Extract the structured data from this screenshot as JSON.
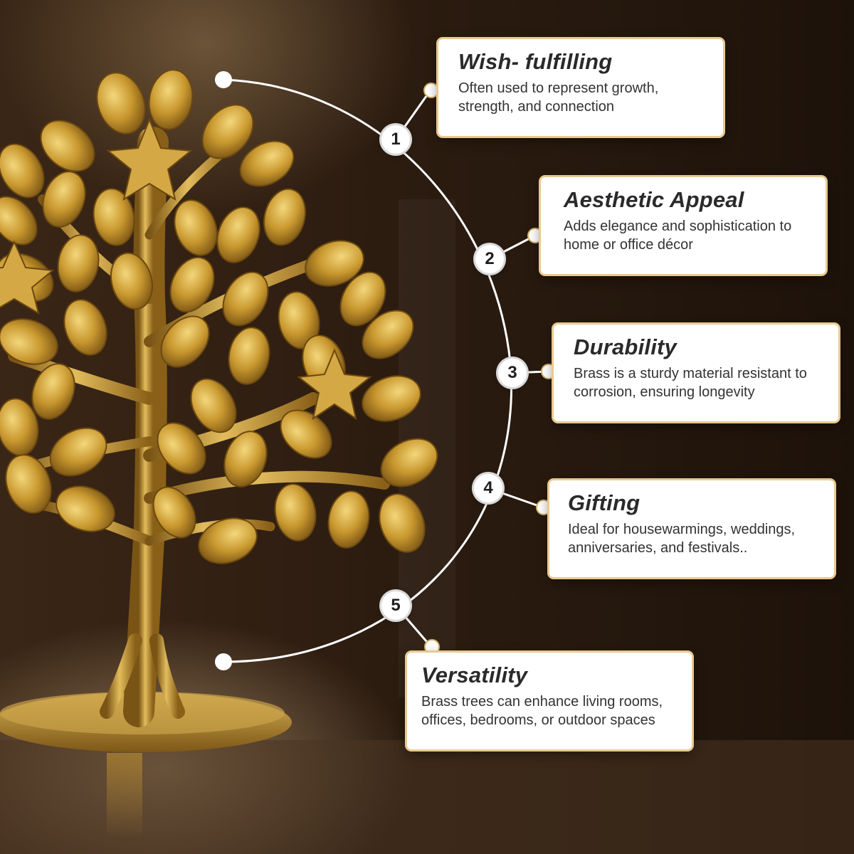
{
  "features": [
    {
      "number": "1",
      "title": "Wish- fulfilling",
      "description": "Often used to represent growth, strength, and connection"
    },
    {
      "number": "2",
      "title": "Aesthetic Appeal",
      "description": "Adds elegance and sophistication to home or office décor"
    },
    {
      "number": "3",
      "title": "Durability",
      "description": "Brass is a sturdy material resistant to corrosion, ensuring longevity"
    },
    {
      "number": "4",
      "title": "Gifting",
      "description": "Ideal for housewarmings, weddings, anniversaries, and festivals.."
    },
    {
      "number": "5",
      "title": "Versatility",
      "description": "Brass trees can enhance living rooms, offices, bedrooms, or outdoor spaces"
    }
  ],
  "colors": {
    "background": "#2c1c10",
    "brass": "#c9982f",
    "brass_light": "#e6c466",
    "card_border": "#e8c98f",
    "card_text": "#333333"
  },
  "icons": [
    "brass-tree-image",
    "arc-connector"
  ]
}
